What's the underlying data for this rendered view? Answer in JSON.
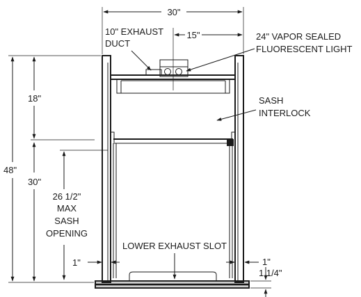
{
  "dimensions": {
    "overall_width": "30\"",
    "light_offset": "15\"",
    "upper_height": "18\"",
    "overall_height": "48\"",
    "lower_height": "30\"",
    "left_gap": "1\"",
    "right_gap": "1\"",
    "base_height": "1 1/4\""
  },
  "callouts": {
    "exhaust_duct": [
      "10\" EXHAUST",
      "DUCT"
    ],
    "light": [
      "24\" VAPOR SEALED",
      "FLUORESCENT LIGHT"
    ],
    "sash_interlock": [
      "SASH",
      "INTERLOCK"
    ],
    "max_opening": [
      "26 1/2\"",
      "MAX",
      "SASH",
      "OPENING"
    ],
    "lower_slot": "LOWER EXHAUST SLOT"
  }
}
